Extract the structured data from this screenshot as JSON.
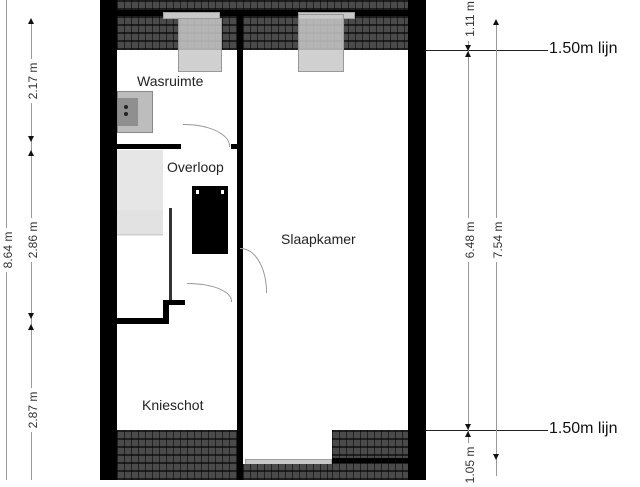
{
  "floorplan": {
    "rooms": {
      "wasruimte": "Wasruimte",
      "overloop": "Overloop",
      "slaapkamer": "Slaapkamer",
      "knieschot": "Knieschot"
    },
    "dimensions_left": {
      "outer_total": "8.64 m",
      "segment_top": "2.17 m",
      "segment_middle": "2.86 m",
      "segment_bottom": "2.87 m"
    },
    "dimensions_right": {
      "top_offset": "1.11 m",
      "inner_height": "6.48 m",
      "outer_height": "7.54 m",
      "bottom_offset": "1.05 m"
    },
    "lines": {
      "top_line_label": "1.50m lijn",
      "bottom_line_label": "1.50m lijn"
    },
    "colors": {
      "wall": "#000000",
      "roof_tiles": "#3d3d3d",
      "dimension_line": "#999999",
      "background": "#ffffff"
    }
  }
}
